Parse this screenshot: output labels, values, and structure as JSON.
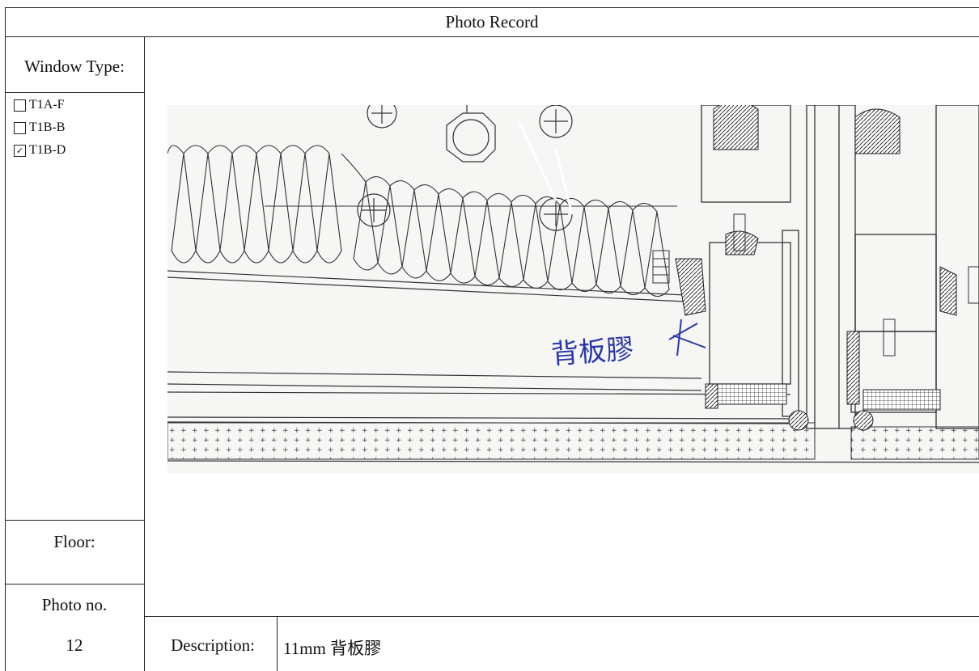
{
  "form": {
    "title": "Photo Record",
    "window_type_label": "Window Type:",
    "window_types": [
      {
        "label": "T1A-F",
        "checked": false,
        "mark": ""
      },
      {
        "label": "T1B-B",
        "checked": false,
        "mark": ""
      },
      {
        "label": "T1B-D",
        "checked": true,
        "mark": "✓"
      }
    ],
    "floor_label": "Floor:",
    "photo_no_label": "Photo no.",
    "photo_no_value": "12",
    "description_label": "Description:",
    "description_value": "11mm 背板膠"
  },
  "photo": {
    "handwritten_note": "背板膠"
  }
}
